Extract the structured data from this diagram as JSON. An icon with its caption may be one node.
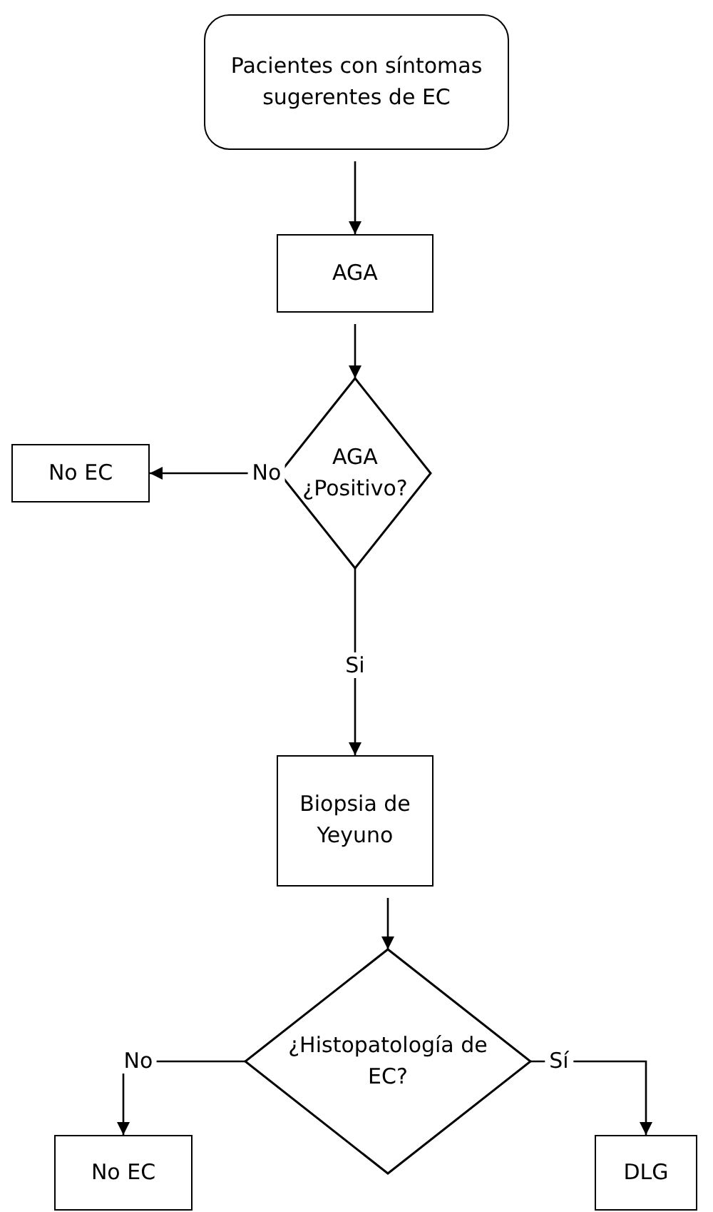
{
  "diagram": {
    "nodes": [
      {
        "text": [
          "Pacientes con síntomas sugerentes de EC"
        ]
      },
      {
        "text": [
          "AGA"
        ]
      },
      {
        "text": [
          "AGA ¿Positivo?"
        ]
      },
      {
        "text": [
          "No EC"
        ]
      },
      {
        "text": [
          "Biopsia de Yeyuno"
        ]
      },
      {
        "text": [
          "¿Histopatología de EC?"
        ]
      },
      {
        "text": [
          "No EC"
        ]
      },
      {
        "text": [
          "DLG"
        ]
      }
    ],
    "edges": [
      {
        "from": 0,
        "to": 1,
        "arrow": "to"
      },
      {
        "from": 1,
        "to": 2,
        "arrow": "to"
      },
      {
        "from": 2,
        "to": 3,
        "arrow": "to",
        "label": "No"
      },
      {
        "from": 2,
        "to": 4,
        "arrow": "to",
        "label": "Si"
      },
      {
        "from": 4,
        "to": 5,
        "arrow": "to"
      },
      {
        "from": 5,
        "to": 6,
        "arrow": "to",
        "label": "No"
      },
      {
        "from": 5,
        "to": 7,
        "arrow": "to",
        "label": "Sí"
      }
    ]
  }
}
